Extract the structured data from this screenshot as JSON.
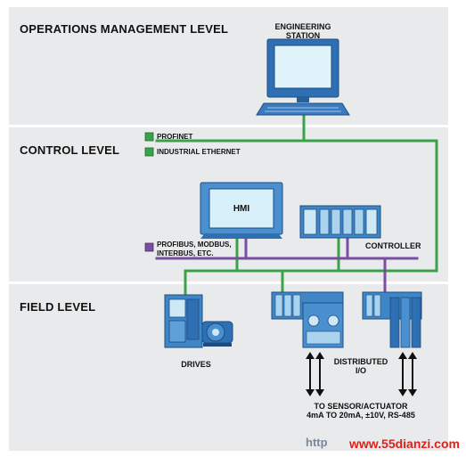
{
  "levels": {
    "operations": "OPERATIONS MANAGEMENT LEVEL",
    "control": "CONTROL LEVEL",
    "field": "FIELD LEVEL"
  },
  "devices": {
    "engineering_station": [
      "ENGINEERING",
      "STATION"
    ],
    "hmi": "HMI",
    "controller": "CONTROLLER",
    "drives": "DRIVES",
    "distributed_io": [
      "DISTRIBUTED",
      "I/O"
    ]
  },
  "legend": {
    "profinet": "PROFINET",
    "industrial_ethernet": "INDUSTRIAL ETHERNET",
    "fieldbus": [
      "PROFIBUS, MODBUS,",
      "INTERBUS, ETC."
    ]
  },
  "sensor_note": [
    "TO SENSOR/ACTUATOR",
    "4mA TO 20mA, ±10V, RS-485"
  ],
  "watermark": {
    "left": "http",
    "right": "www.55dianzi.com"
  },
  "colors": {
    "ethernet_green": "#3aa24a",
    "fieldbus_purple": "#7a4ea0",
    "band_gray": "#e8eaec",
    "watermark_red": "#e0201a"
  }
}
